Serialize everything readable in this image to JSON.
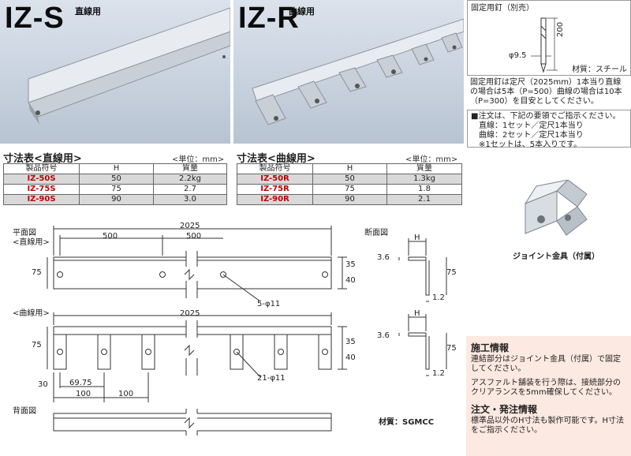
{
  "products": [
    {
      "title": "IZ-S",
      "subtitle": "直線用"
    },
    {
      "title": "IZ-R",
      "subtitle": "曲線用"
    }
  ],
  "pin": {
    "title": "固定用釘（別売）",
    "dim_length": "200",
    "dim_dia": "φ9.5",
    "material": "材質：スチール",
    "description": "固定用釘は定尺（2025mm）1本当り直線の場合は5本（P=500）曲線の場合は10本（P=300）を目安としてください。",
    "order_note_title": "■注文は、下記の要領でご指示ください。",
    "order_lines": [
      "直線：1セット／定尺1本当り",
      "曲線：2セット／定尺1本当り",
      "※1セットは、5本入りです。"
    ]
  },
  "tables": [
    {
      "title": "寸法表<直線用>",
      "unit": "<単位：mm>",
      "headers": [
        "製品符号",
        "H",
        "質量"
      ],
      "rows": [
        [
          "IZ-50S",
          "50",
          "2.2kg"
        ],
        [
          "IZ-75S",
          "75",
          "2.7"
        ],
        [
          "IZ-90S",
          "90",
          "3.0"
        ]
      ]
    },
    {
      "title": "寸法表<曲線用>",
      "unit": "<単位：mm>",
      "headers": [
        "製品符号",
        "H",
        "質量"
      ],
      "rows": [
        [
          "IZ-50R",
          "50",
          "1.3kg"
        ],
        [
          "IZ-75R",
          "75",
          "1.8"
        ],
        [
          "IZ-90R",
          "90",
          "2.1"
        ]
      ]
    }
  ],
  "joint_caption": "ジョイント金具（付属）",
  "drawing": {
    "plan_label": "平面図",
    "straight_label": "<直線用>",
    "curve_label": "<曲線用>",
    "back_label": "背面図",
    "section_label": "断面図",
    "total": "2025",
    "pitch_500a": "500",
    "pitch_500b": "500",
    "holes_s": "5-φ11",
    "holes_r": "21-φ11",
    "d75": "75",
    "d40": "40",
    "d35": "35",
    "d30": "30",
    "d69": "69.75",
    "d100a": "100",
    "d100b": "100",
    "sec_h": "H",
    "sec_36": "3.6",
    "sec_75": "75",
    "sec_12": "1.2",
    "material": "材質：SGMCC"
  },
  "info": {
    "h1": "施工情報",
    "p1": "連結部分はジョイント金具（付属）で固定してください。",
    "p2": "アスファルト舗装を行う際は、接続部分のクリアランスを5mm確保してください。",
    "h2": "注文・発注情報",
    "p3": "標準品以外のH寸法も製作可能です。H寸法をご指示ください。"
  },
  "colors": {
    "code_red": "#c00000",
    "row_gray": "#d9d9d9",
    "info_bg": "#fce9e1"
  }
}
